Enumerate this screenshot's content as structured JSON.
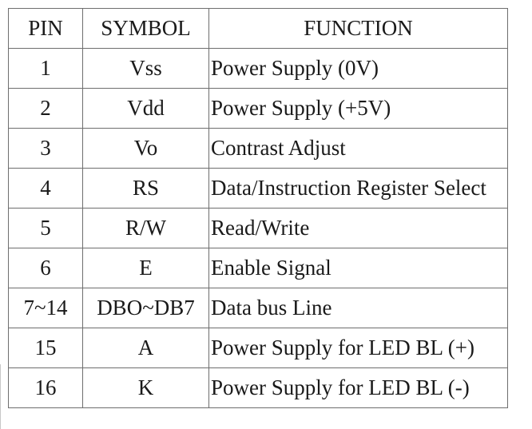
{
  "table": {
    "headers": {
      "pin": "PIN",
      "symbol": "SYMBOL",
      "function": "FUNCTION"
    },
    "rows": [
      {
        "pin": "1",
        "symbol": "Vss",
        "function": "Power Supply (0V)"
      },
      {
        "pin": "2",
        "symbol": "Vdd",
        "function": "Power Supply (+5V)"
      },
      {
        "pin": "3",
        "symbol": "Vo",
        "function": "Contrast Adjust"
      },
      {
        "pin": "4",
        "symbol": "RS",
        "function": "Data/Instruction Register Select"
      },
      {
        "pin": "5",
        "symbol": "R/W",
        "function": "Read/Write"
      },
      {
        "pin": "6",
        "symbol": "E",
        "function": "Enable Signal"
      },
      {
        "pin": "7~14",
        "symbol": "DBO~DB7",
        "function": "Data bus Line"
      },
      {
        "pin": "15",
        "symbol": "A",
        "function": "Power Supply for LED BL (+)"
      },
      {
        "pin": "16",
        "symbol": "K",
        "function": "Power Supply for LED BL (-)"
      }
    ]
  }
}
